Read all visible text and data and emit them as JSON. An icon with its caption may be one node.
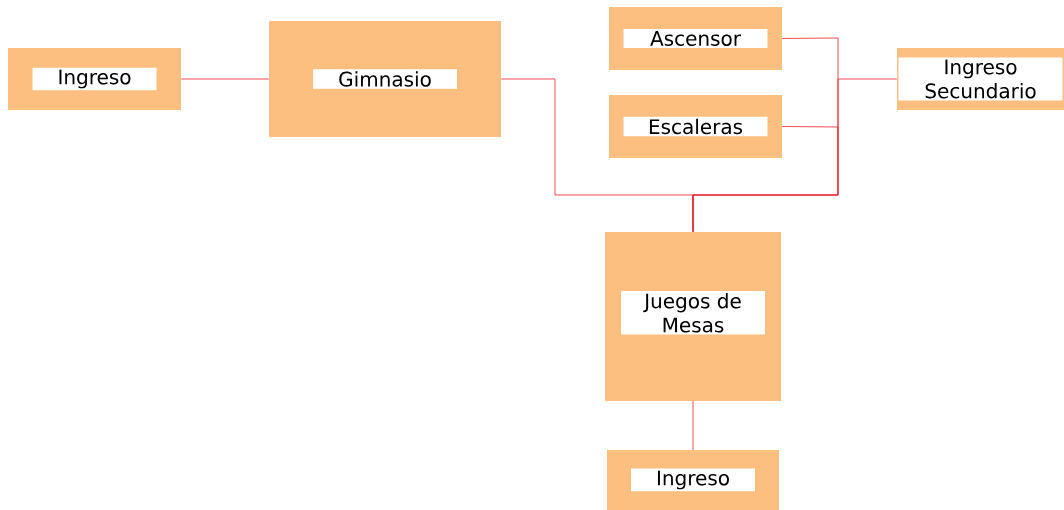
{
  "diagram": {
    "nodes": [
      {
        "text": [
          "Ingreso"
        ]
      },
      {
        "text": [
          "Gimnasio"
        ]
      },
      {
        "text": [
          "Ascensor"
        ]
      },
      {
        "text": [
          "Escaleras"
        ]
      },
      {
        "text": [
          "Ingreso Secundario"
        ]
      },
      {
        "text": [
          "Juegos de Mesas"
        ]
      },
      {
        "text": [
          "Ingreso"
        ]
      }
    ],
    "edges": [
      {
        "from": 0,
        "to": 1,
        "arrow": "none"
      },
      {
        "from": 1,
        "to": 5,
        "arrow": "none"
      },
      {
        "from": 2,
        "to": 5,
        "arrow": "none"
      },
      {
        "from": 3,
        "to": 5,
        "arrow": "none"
      },
      {
        "from": 4,
        "to": 5,
        "arrow": "none"
      },
      {
        "from": 5,
        "to": 6,
        "arrow": "none"
      }
    ]
  }
}
